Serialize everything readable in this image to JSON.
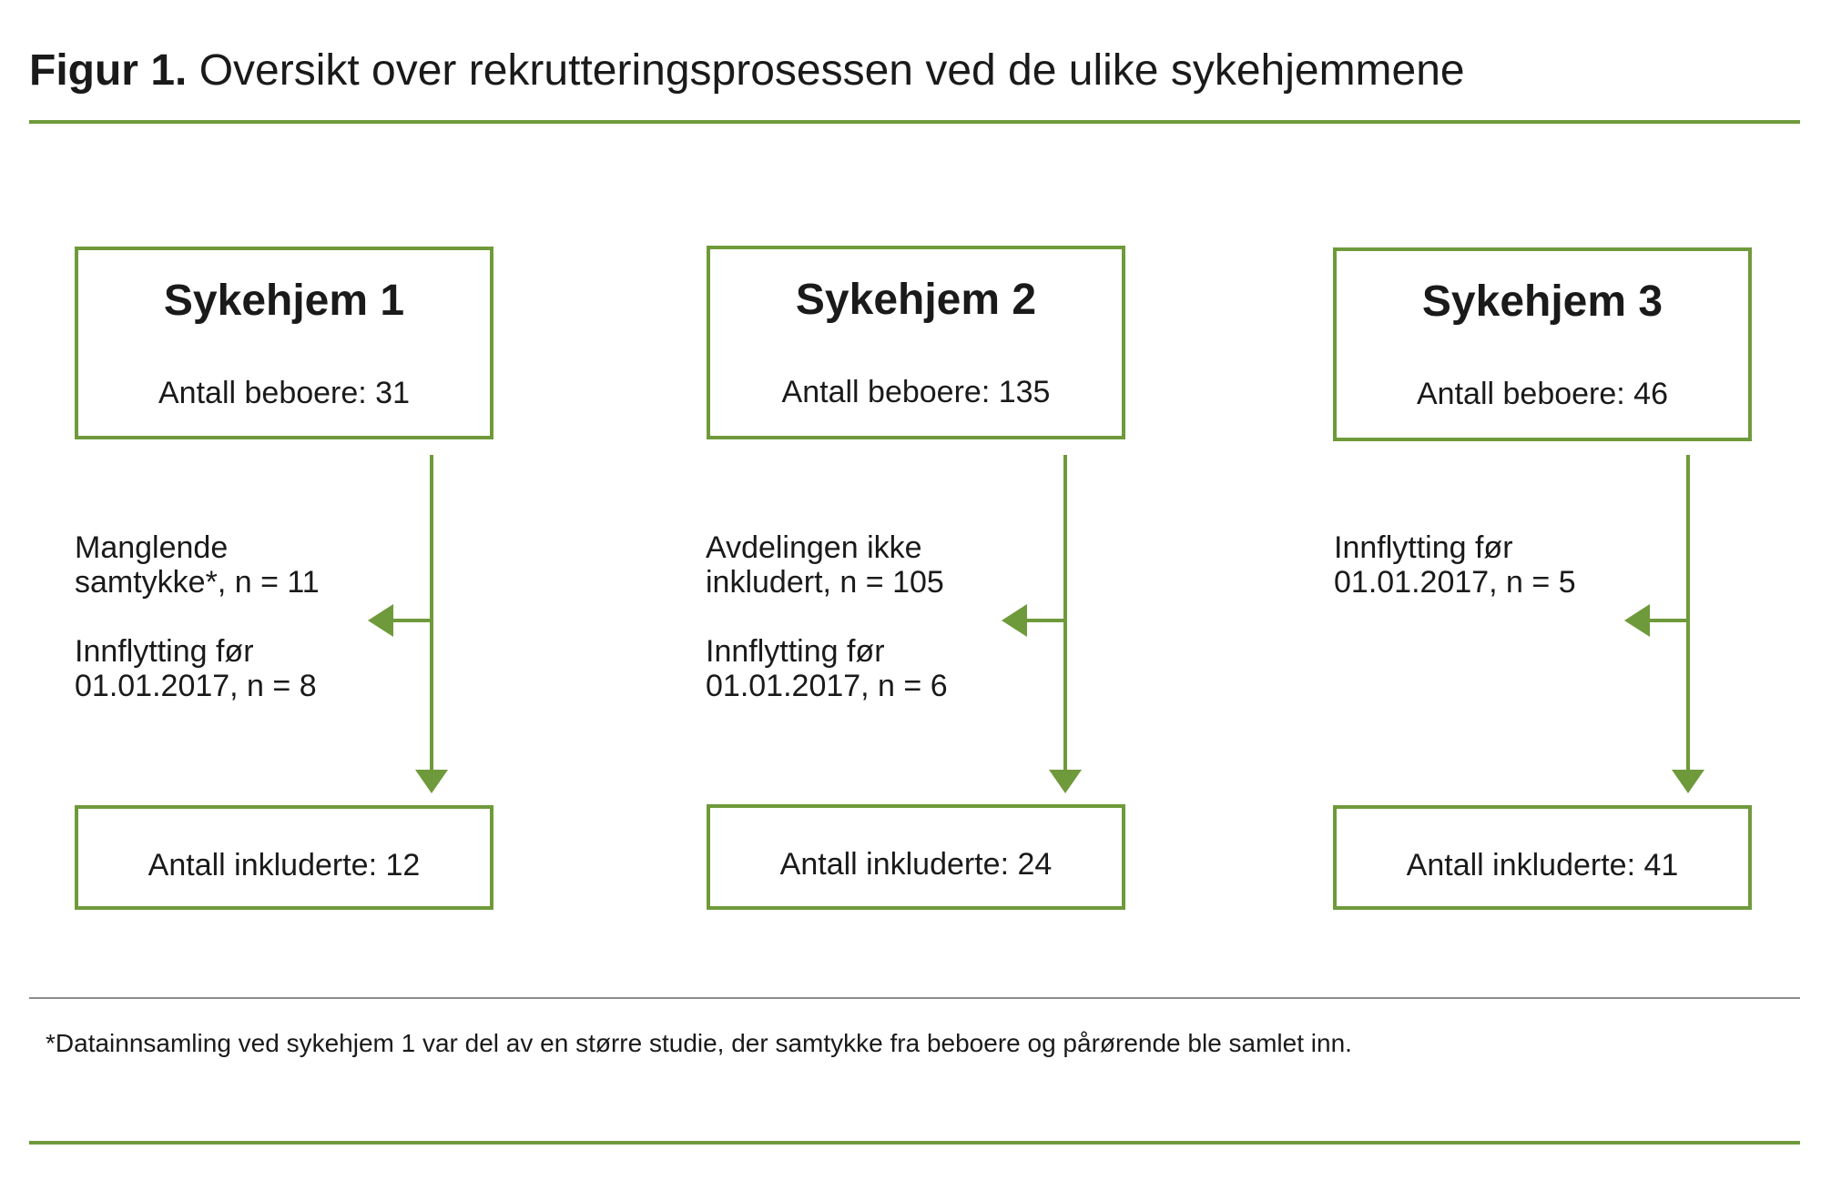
{
  "title": {
    "prefix": "Figur 1.",
    "text": "Oversikt over rekrutteringsprosessen ved de ulike sykehjemmene"
  },
  "columns": [
    {
      "name": "Sykehjem 1",
      "residents": "Antall beboere: 31",
      "exclusions": [
        "Manglende\nsamtykke*, n = 11",
        "Innflytting før\n01.01.2017, n = 8"
      ],
      "included": "Antall inkluderte: 12"
    },
    {
      "name": "Sykehjem 2",
      "residents": "Antall beboere: 135",
      "exclusions": [
        "Avdelingen ikke\ninkludert, n = 105",
        "Innflytting før\n01.01.2017, n = 6"
      ],
      "included": "Antall inkluderte: 24"
    },
    {
      "name": "Sykehjem 3",
      "residents": "Antall beboere: 46",
      "exclusions": [
        "Innflytting før\n01.01.2017, n = 5"
      ],
      "included": "Antall inkluderte: 41"
    }
  ],
  "footnote": "*Datainnsamling ved sykehjem 1 var del av en større studie, der samtykke fra beboere og pårørende ble samlet inn.",
  "colors": {
    "accent": "#6f9a3b",
    "divider": "#8c8c8c"
  }
}
